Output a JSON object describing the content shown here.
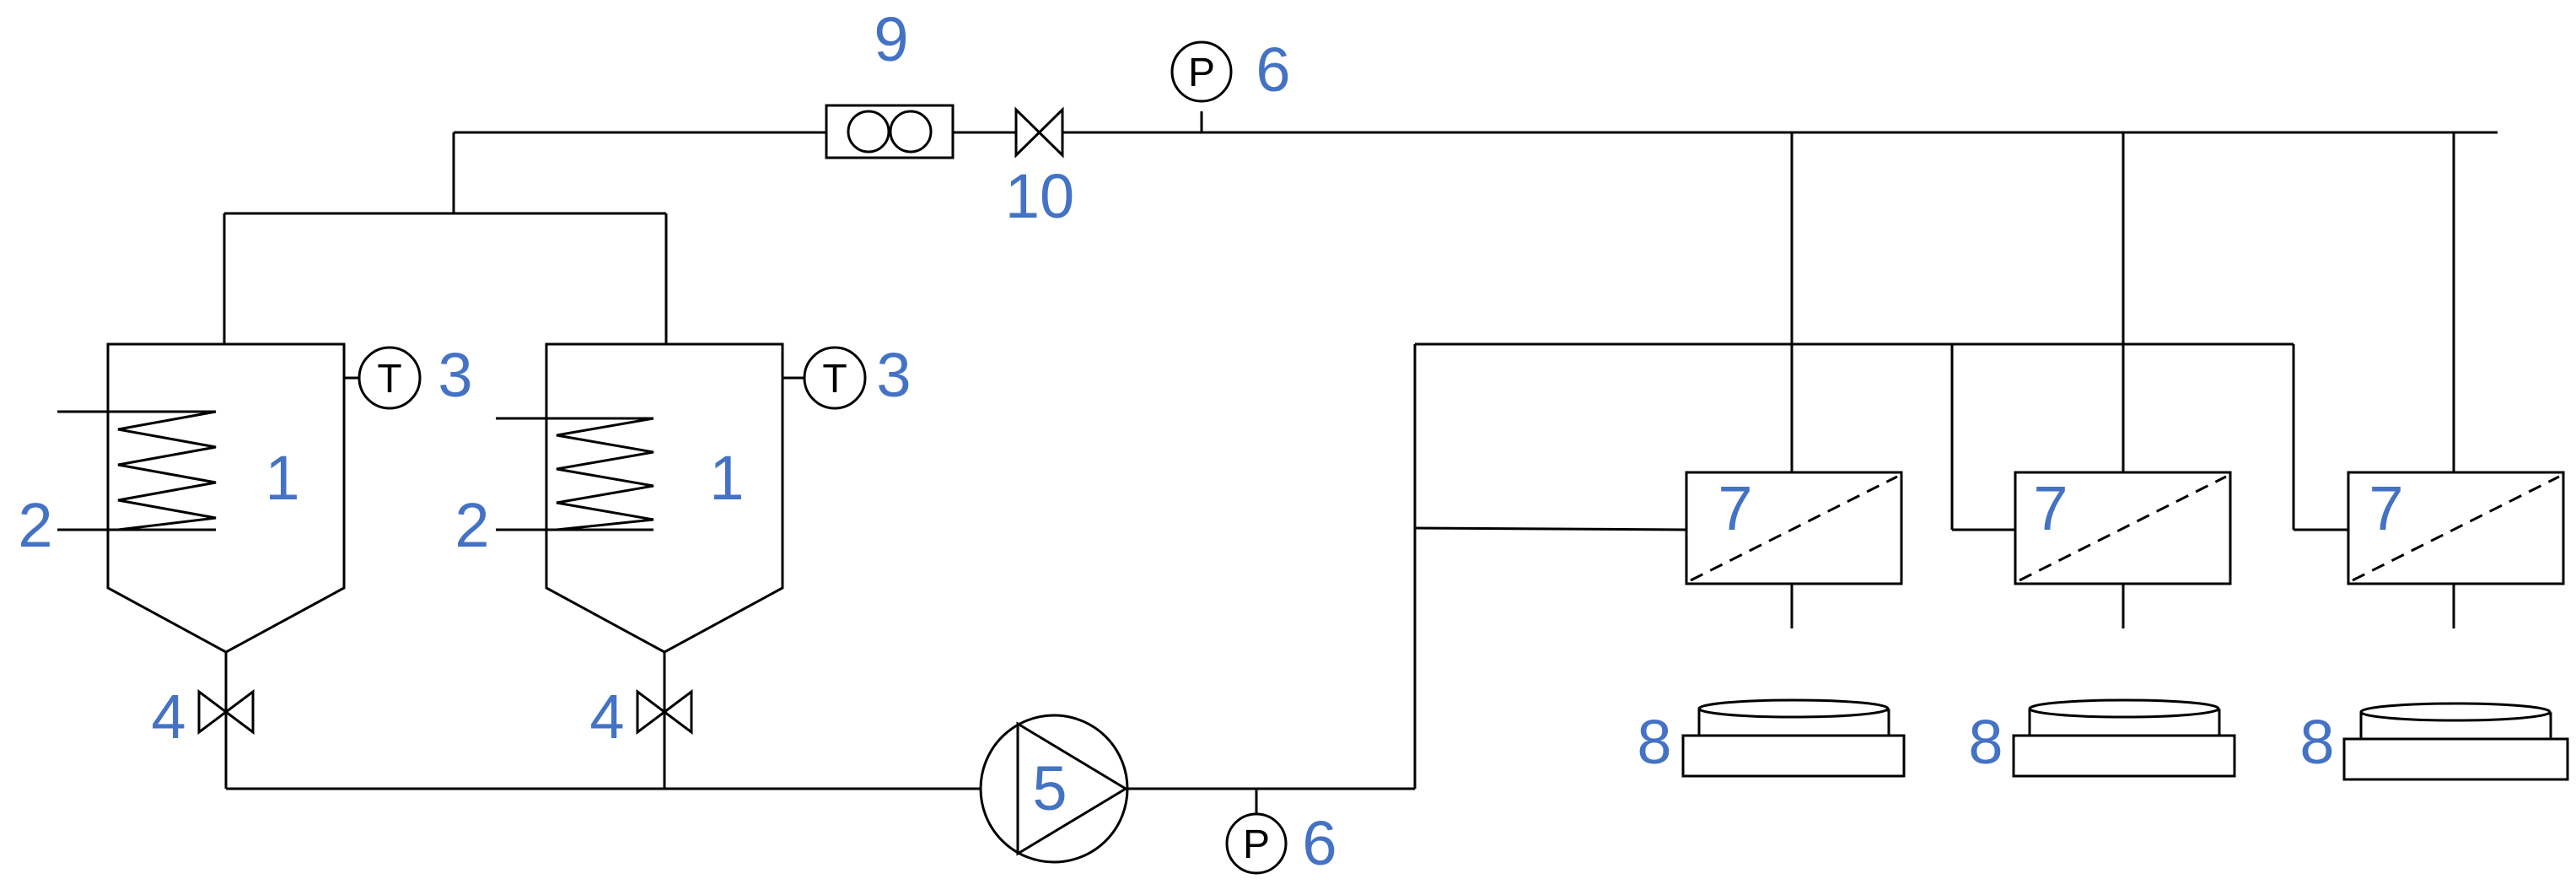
{
  "colors": {
    "label": "#4472C4",
    "line": "#000000",
    "background": "#FFFFFF"
  },
  "symbols": {
    "temperature": "T",
    "pressure": "P"
  },
  "labels": {
    "vessel": "1",
    "heating_coil": "2",
    "temperature_sensor": "3",
    "valve": "4",
    "pump": "5",
    "pressure_gauge": "6",
    "filter": "7",
    "balance": "8",
    "flow_meter": "9",
    "control_valve": "10"
  }
}
